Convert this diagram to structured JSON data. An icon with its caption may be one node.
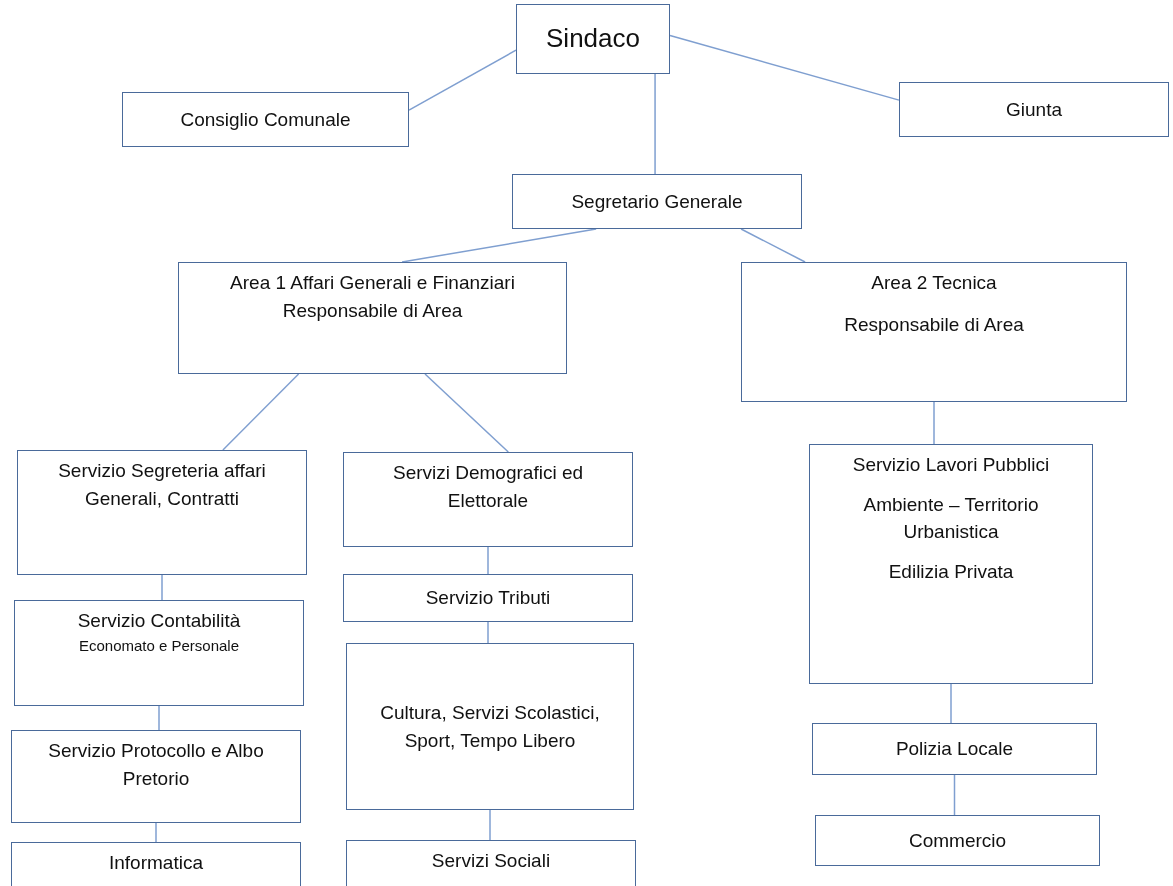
{
  "diagram": {
    "nodes": [
      {
        "text": [
          "Sindaco"
        ]
      },
      {
        "text": [
          "Consiglio Comunale"
        ]
      },
      {
        "text": [
          "Giunta"
        ]
      },
      {
        "text": [
          "Segretario Generale"
        ]
      },
      {
        "text": [
          "Area 1 Affari Generali e Finanziari",
          "Responsabile di Area"
        ]
      },
      {
        "text": [
          "Area 2 Tecnica",
          "Responsabile di Area"
        ]
      },
      {
        "text": [
          "Servizio Segreteria affari Generali, Contratti"
        ]
      },
      {
        "text": [
          "Servizi Demografici ed Elettorale"
        ]
      },
      {
        "text": [
          "Servizio Contabilità",
          "Economato  e Personale"
        ]
      },
      {
        "text": [
          "Servizio Tributi"
        ]
      },
      {
        "text": [
          "Servizio Lavori Pubblici",
          "Ambiente – Territorio Urbanistica",
          "Edilizia Privata"
        ]
      },
      {
        "text": [
          "Servizio Protocollo e Albo Pretorio"
        ]
      },
      {
        "text": [
          "Cultura, Servizi Scolastici, Sport, Tempo Libero"
        ]
      },
      {
        "text": [
          "Polizia Locale"
        ]
      },
      {
        "text": [
          "Informatica"
        ]
      },
      {
        "text": [
          "Servizi Sociali"
        ]
      },
      {
        "text": [
          "Commercio"
        ]
      }
    ],
    "edges": [
      {
        "from": 0,
        "to": 1,
        "arrow": "none"
      },
      {
        "from": 0,
        "to": 2,
        "arrow": "none"
      },
      {
        "from": 0,
        "to": 3,
        "arrow": "none"
      },
      {
        "from": 3,
        "to": 4,
        "arrow": "none"
      },
      {
        "from": 3,
        "to": 5,
        "arrow": "none"
      },
      {
        "from": 4,
        "to": 6,
        "arrow": "none"
      },
      {
        "from": 4,
        "to": 7,
        "arrow": "none"
      },
      {
        "from": 6,
        "to": 8,
        "arrow": "none"
      },
      {
        "from": 8,
        "to": 11,
        "arrow": "none"
      },
      {
        "from": 11,
        "to": 14,
        "arrow": "none"
      },
      {
        "from": 7,
        "to": 9,
        "arrow": "none"
      },
      {
        "from": 9,
        "to": 12,
        "arrow": "none"
      },
      {
        "from": 12,
        "to": 15,
        "arrow": "none"
      },
      {
        "from": 5,
        "to": 10,
        "arrow": "none"
      },
      {
        "from": 10,
        "to": 13,
        "arrow": "none"
      },
      {
        "from": 13,
        "to": 16,
        "arrow": "none"
      }
    ]
  }
}
